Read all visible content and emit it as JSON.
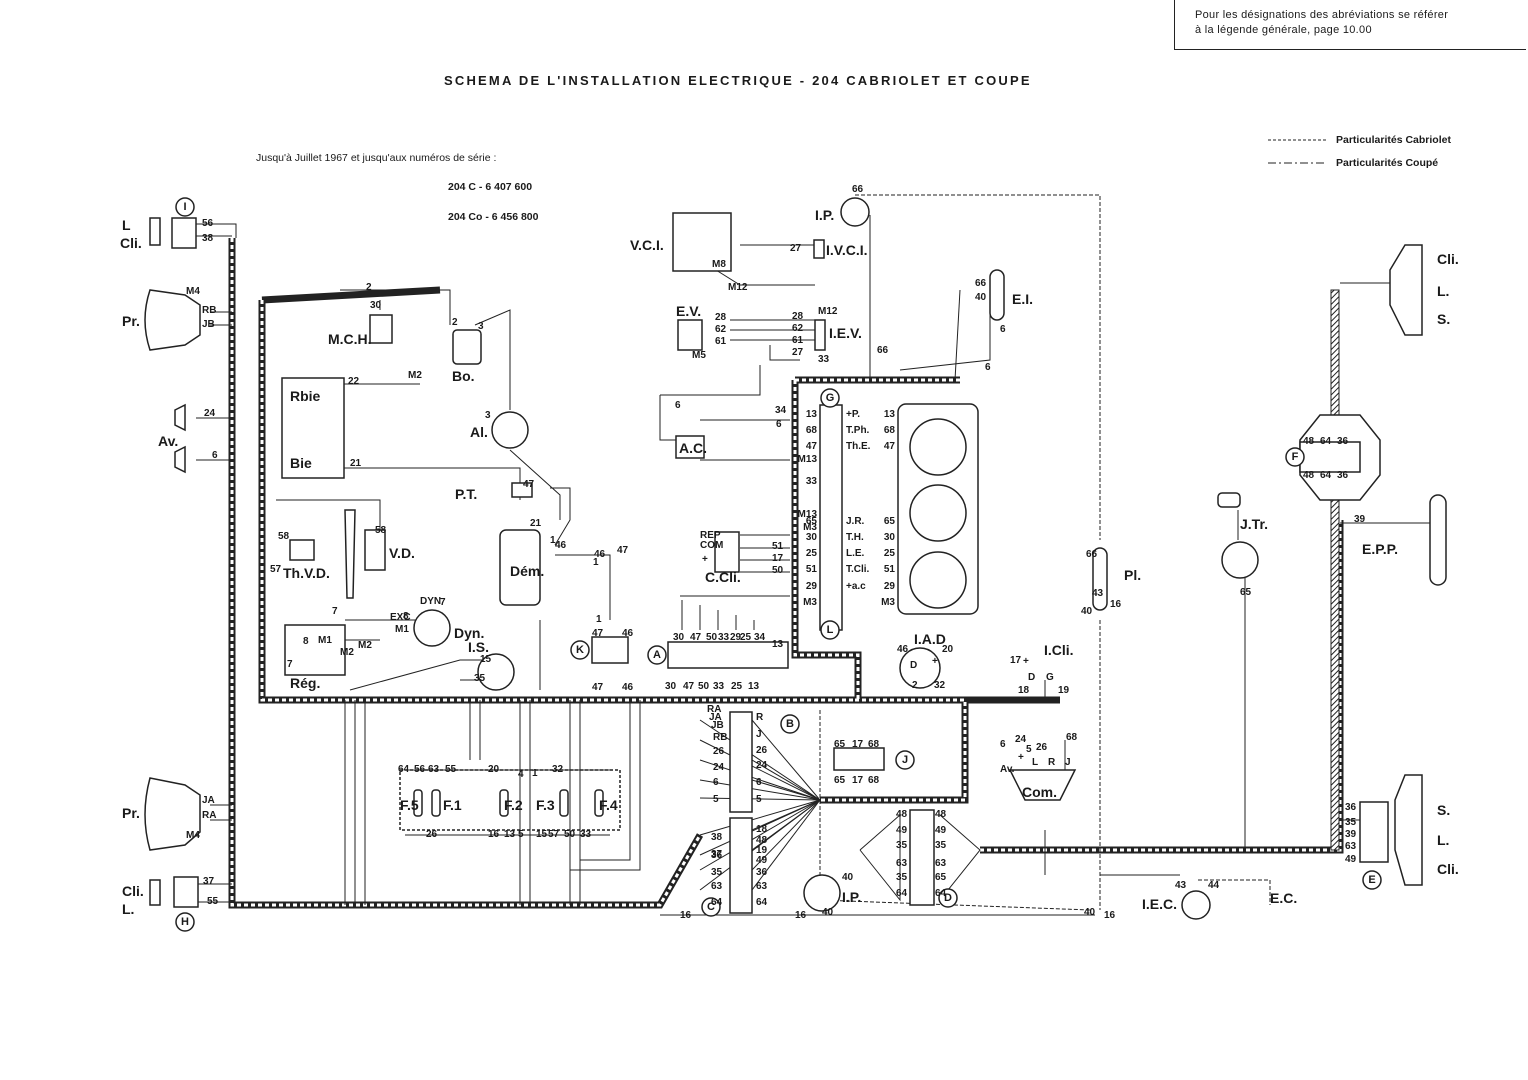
{
  "note": {
    "line1": "Pour les désignations des abréviations se référer",
    "line2": "à la légende générale, page 10.00"
  },
  "title": "SCHEMA DE L'INSTALLATION ELECTRIQUE - 204 CABRIOLET ET COUPE",
  "intro": {
    "line": "Jusqu'à Juillet 1967 et jusqu'aux numéros de série :",
    "serial1": "204 C   - 6 407 600",
    "serial2": "204 Co - 6 456 800"
  },
  "legend": {
    "cabriolet": "Particularités Cabriolet",
    "coupe": "Particularités Coupé"
  },
  "components": {
    "lcli_tl": [
      "L",
      "Cli."
    ],
    "pr_top": "Pr.",
    "av": "Av.",
    "pr_bot": "Pr.",
    "cli_bl": [
      "Cli.",
      "L."
    ],
    "mch": "M.C.H.",
    "bo": "Bo.",
    "al": "Al.",
    "rbie": "Rbie",
    "bie": "Bie",
    "thvd": "Th.V.D.",
    "vd": "V.D.",
    "dyn": "Dyn.",
    "reg": "Rég.",
    "is": "I.S.",
    "pt": "P.T.",
    "dem": "Dém.",
    "vci": "V.C.I.",
    "ivci": "I.V.C.I.",
    "ev": "E.V.",
    "iev": "I.E.V.",
    "ac": "A.C.",
    "ip_top": "I.P.",
    "ei": "E.I.",
    "ccli": "C.Cli.",
    "iad": "I.A.D",
    "icli": "I.Cli.",
    "pl": "Pl.",
    "jtr": "J.Tr.",
    "epp": "E.P.P.",
    "com": "Com.",
    "ip_bot": "I.P.",
    "iec": "I.E.C.",
    "ec": "E.C.",
    "cli_tr": [
      "Cli.",
      "L.",
      "S."
    ],
    "cli_br": [
      "S.",
      "L.",
      "Cli."
    ],
    "fuses": [
      "F.5",
      "F.1",
      "F.2",
      "F.3",
      "F.4"
    ]
  },
  "connectors": [
    "I",
    "H",
    "K",
    "A",
    "B",
    "C",
    "D",
    "E",
    "F",
    "G",
    "L",
    "J"
  ],
  "gauge_labels": [
    {
      "left": "13",
      "name": "+P.",
      "right": "13"
    },
    {
      "left": "68",
      "name": "T.Ph.",
      "right": "68"
    },
    {
      "left": "47",
      "name": "Th.E.",
      "right": "47"
    },
    {
      "left": "M13",
      "name": "",
      "right": ""
    },
    {
      "left": "33",
      "name": "",
      "right": ""
    },
    {
      "left": "M13",
      "name": "",
      "right": ""
    },
    {
      "left": "M3",
      "name": "",
      "right": ""
    },
    {
      "left": "65",
      "name": "J.R.",
      "right": "65"
    },
    {
      "left": "30",
      "name": "T.H.",
      "right": "30"
    },
    {
      "left": "25",
      "name": "L.E.",
      "right": "25"
    },
    {
      "left": "51",
      "name": "T.Cli.",
      "right": "51"
    },
    {
      "left": "29",
      "name": "+a.c",
      "right": "29"
    },
    {
      "left": "M3",
      "name": "",
      "right": "M3"
    }
  ],
  "wires": {
    "conn_I": [
      "56",
      "38"
    ],
    "pr_top": [
      "RB",
      "JB",
      "M4"
    ],
    "av": [
      "24",
      "6"
    ],
    "pr_bot": [
      "JA",
      "RA",
      "M4"
    ],
    "conn_H": [
      "37",
      "55"
    ],
    "mch": "30",
    "top2": "2",
    "bo": [
      "2",
      "3"
    ],
    "al": "3",
    "rbie": [
      "22",
      "M2"
    ],
    "bie": "21",
    "thvd": [
      "58",
      "57"
    ],
    "vd": "58",
    "reg": [
      "7",
      "8",
      "7",
      "M1",
      "M2",
      "M2"
    ],
    "dyn": [
      "DYN",
      "7",
      "EXC",
      "8",
      "M1"
    ],
    "is": [
      "15",
      "35"
    ],
    "pt": "47",
    "dem": [
      "21",
      "1",
      "46",
      "1",
      "46",
      "47"
    ],
    "conn_K": [
      "47",
      "46",
      "1",
      "47",
      "46"
    ],
    "conn_A_top": [
      "30",
      "47",
      "50",
      "33",
      "29",
      "25",
      "34",
      "13"
    ],
    "conn_A_bot": [
      "30",
      "47",
      "50",
      "33",
      "25",
      "13"
    ],
    "vci": [
      "M8",
      "27",
      "M12"
    ],
    "ev": [
      "28",
      "62",
      "61",
      "M5"
    ],
    "iev": [
      "28",
      "62",
      "61",
      "27",
      "33",
      "M12"
    ],
    "ac": [
      "6",
      "34",
      "6"
    ],
    "ccli": [
      "51",
      "17",
      "50",
      "REP",
      "COM",
      "+"
    ],
    "ip_top": "66",
    "ei": [
      "66",
      "40",
      "6",
      "6",
      "66"
    ],
    "gauge_left": [
      "13",
      "68",
      "47",
      "M13",
      "33",
      "M13",
      "M3",
      "65",
      "30",
      "25",
      "51",
      "29",
      "M3"
    ],
    "conn_B_left": [
      "RA",
      "JA",
      "JB",
      "RB",
      "26",
      "24",
      "6",
      "5"
    ],
    "conn_B_right": [
      "R",
      "J",
      "26",
      "24",
      "6",
      "5"
    ],
    "conn_C_left": [
      "38",
      "36",
      "37",
      "35",
      "63",
      "64"
    ],
    "conn_C_right": [
      "18",
      "48",
      "19",
      "49",
      "36",
      "63",
      "64"
    ],
    "conn_J": [
      "65",
      "17",
      "68",
      "65",
      "17",
      "68"
    ],
    "iad": [
      "46",
      "20",
      "2",
      "32",
      "D",
      "+"
    ],
    "icli": [
      "17",
      "+",
      "D",
      "G",
      "18",
      "19"
    ],
    "com": [
      "Av.",
      "6",
      "24",
      "+",
      "5",
      "L",
      "26",
      "R",
      "J",
      "68"
    ],
    "conn_D_left": [
      "48",
      "49",
      "35",
      "63",
      "35",
      "64"
    ],
    "conn_D_right": [
      "48",
      "49",
      "35",
      "63",
      "65",
      "64"
    ],
    "pl": [
      "66",
      "40",
      "43",
      "16"
    ],
    "jtr": "65",
    "epp": "39",
    "conn_F": [
      "48",
      "64",
      "36",
      "48",
      "64",
      "36"
    ],
    "conn_E": [
      "36",
      "35",
      "39",
      "63",
      "49"
    ],
    "fuses_top": [
      "64",
      "56",
      "63",
      "55",
      "20",
      "4",
      "1",
      "32"
    ],
    "fuses_bot": [
      "26",
      "16",
      "13",
      "5",
      "15",
      "57",
      "50",
      "33"
    ],
    "bottom": [
      "16",
      "16",
      "40",
      "16",
      "40"
    ],
    "ip_bot": "40",
    "iec": [
      "43",
      "44"
    ]
  }
}
